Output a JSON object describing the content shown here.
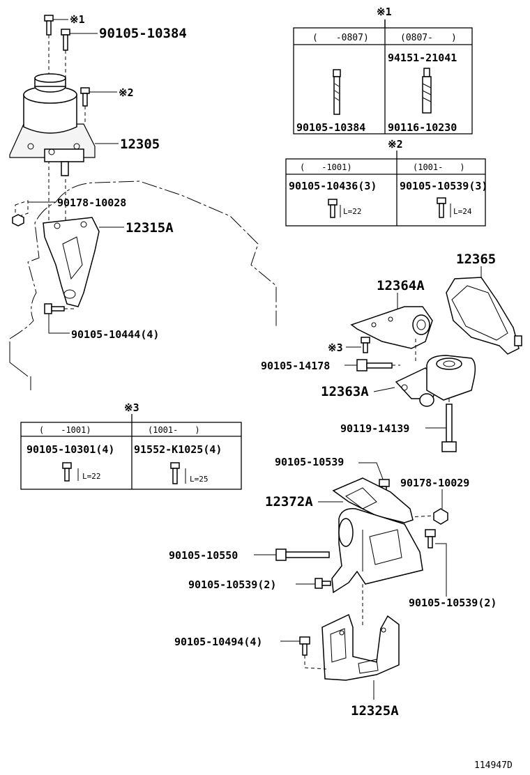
{
  "diagram_id": "114947D",
  "parts": {
    "p12305": "12305",
    "p12315A": "12315A",
    "p12364A": "12364A",
    "p12365": "12365",
    "p12363A": "12363A",
    "p12372A": "12372A",
    "p12325A": "12325A"
  },
  "bolts": {
    "b90105_10384": "90105-10384",
    "b90178_10028": "90178-10028",
    "b90105_10444": "90105-10444(4)",
    "b90105_14178": "90105-14178",
    "b90119_14139": "90119-14139",
    "b90105_10539_top": "90105-10539",
    "b90178_10029": "90178-10029",
    "b90105_10550": "90105-10550",
    "b90105_10539_left": "90105-10539(2)",
    "b90105_10539_right": "90105-10539(2)",
    "b90105_10494": "90105-10494(4)"
  },
  "refs": {
    "r1": "※1",
    "r2": "※2",
    "r3": "※3"
  },
  "table1": {
    "ref": "※1",
    "col1_header": "(　　-0807)",
    "col2_header": "(0807-　　)",
    "col2_top": "94151-21041",
    "col1_bottom": "90105-10384",
    "col2_bottom": "90116-10230"
  },
  "table2": {
    "ref": "※2",
    "col1_header": "(　　-1001)",
    "col2_header": "(1001-　　)",
    "col1_part": "90105-10436(3)",
    "col2_part": "90105-10539(3)",
    "col1_len": "L=22",
    "col2_len": "L=24"
  },
  "table3": {
    "ref": "※3",
    "col1_header": "(　　-1001)",
    "col2_header": "(1001-　　)",
    "col1_part": "90105-10301(4)",
    "col2_part": "91552-K1025(4)",
    "col1_len": "L=22",
    "col2_len": "L=25"
  }
}
